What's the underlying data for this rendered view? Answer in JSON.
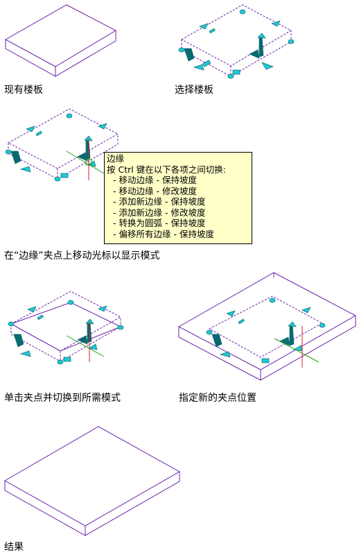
{
  "captions": {
    "existing_slab": "现有楼板",
    "select_slab": "选择楼板",
    "hover_edge": "在“边缘”夹点上移动光标以显示模式",
    "click_grip": "单击夹点并切换到所需模式",
    "specify_location": "指定新的夹点位置",
    "result": "结果"
  },
  "tooltip": {
    "title": "边缘",
    "instruction": "按 Ctrl 键在以下各项之间切换:",
    "items": [
      "- 移动边缘 - 保持坡度",
      "- 移动边缘 - 修改坡度",
      "- 添加新边缘 - 保持坡度",
      "- 添加新边缘 - 修改坡度",
      "- 转换为圆弧 - 保持坡度",
      "- 偏移所有边缘 - 保持坡度"
    ]
  },
  "colors": {
    "slab_edge": "#6a1fa8",
    "grip": "#20c8d8",
    "grip_dark": "#0a6a70",
    "cursor_red": "#d02020",
    "cursor_green": "#20a020",
    "tooltip_bg": "#ffffc8"
  }
}
